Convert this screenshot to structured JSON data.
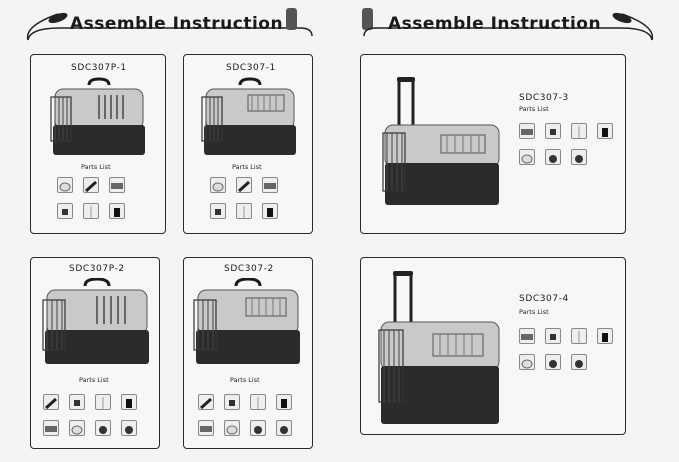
{
  "header": {
    "left_title": "Assemble Instruction",
    "right_title": "Assemble Instruction"
  },
  "panels": [
    {
      "model": "SDC307P-1",
      "parts_label": "Parts List"
    },
    {
      "model": "SDC307-1",
      "parts_label": "Parts List"
    },
    {
      "model": "SDC307-3",
      "parts_label": "Parts List"
    },
    {
      "model": "SDC307P-2",
      "parts_label": "Parts List"
    },
    {
      "model": "SDC307-2",
      "parts_label": "Parts List"
    },
    {
      "model": "SDC307-4",
      "parts_label": "Parts List"
    }
  ],
  "colors": {
    "ink": "#1a1a1a",
    "shell": "#c9c9cb",
    "base": "#2b2b2d",
    "paper": "#f4f4f6"
  },
  "icons": [
    "bowl-icon",
    "screw-pack-icon",
    "grill-tray-icon",
    "clip-icon",
    "rod-icon",
    "stopper-icon",
    "wheel-icon",
    "handle-icon"
  ]
}
